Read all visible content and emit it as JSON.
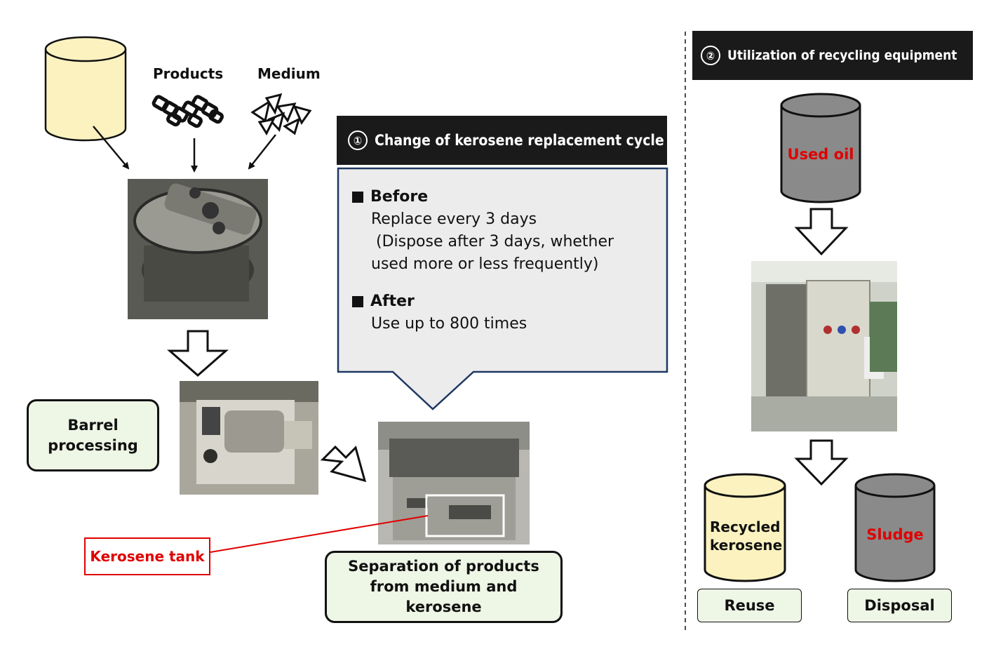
{
  "inputs": {
    "products_label": "Products",
    "medium_label": "Medium"
  },
  "process": {
    "barrel_label": "Barrel processing",
    "separation_label": "Separation of products from medium and kerosene",
    "kerosene_tank_label": "Kerosene tank"
  },
  "section1": {
    "number": "①",
    "title": "Change of kerosene replacement cycle",
    "before_heading": "Before",
    "before_line1": "Replace every 3 days",
    "before_line2": " (Dispose after 3 days, whether",
    "before_line3": "used more or less frequently)",
    "after_heading": "After",
    "after_line1": "Use up to 800 times"
  },
  "section2": {
    "number": "②",
    "title": "Utilization of recycling equipment",
    "used_oil_label": "Used oil",
    "recycled_label": "Recycled kerosene",
    "sludge_label": "Sludge",
    "reuse_label": "Reuse",
    "disposal_label": "Disposal"
  },
  "colors": {
    "red_text": "#e00000",
    "green_box": "#eef6e6",
    "cream_drum": "#fbf2c0",
    "gray_drum": "#8a8a8a"
  }
}
